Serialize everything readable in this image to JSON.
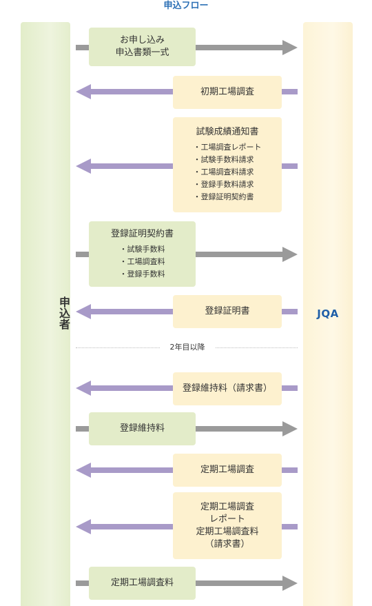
{
  "title": "申込フロー",
  "left_column": {
    "label": "申込者"
  },
  "right_column": {
    "label": "JQA"
  },
  "colors": {
    "right_arrow": "#9a9a9a",
    "left_arrow": "#a89ac8",
    "applicant_box": "#e3ecc9",
    "jqa_box": "#fdf1cf",
    "title": "#2b6fb5",
    "jqa": "#1f5fa8"
  },
  "steps": [
    {
      "direction": "to-jqa",
      "lines": [
        "お申し込み",
        "申込書類一式"
      ],
      "items": []
    },
    {
      "direction": "to-applicant",
      "lines": [
        "初期工場調査"
      ],
      "items": []
    },
    {
      "direction": "to-applicant",
      "lines": [
        "試験成績通知書"
      ],
      "items": [
        "・工場調査レポート",
        "・試験手数料請求",
        "・工場調査料請求",
        "・登録手数料請求",
        "・登録証明契約書"
      ]
    },
    {
      "direction": "to-jqa",
      "lines": [
        "登録証明契約書"
      ],
      "items": [
        "・試験手数料",
        "・工場調査料",
        "・登録手数料"
      ]
    },
    {
      "direction": "to-applicant",
      "lines": [
        "登録証明書"
      ],
      "items": []
    },
    {
      "direction": "to-applicant",
      "lines": [
        "登録維持料（請求書）"
      ],
      "items": []
    },
    {
      "direction": "to-jqa",
      "lines": [
        "登録維持料"
      ],
      "items": []
    },
    {
      "direction": "to-applicant",
      "lines": [
        "定期工場調査"
      ],
      "items": []
    },
    {
      "direction": "to-applicant",
      "lines": [
        "定期工場調査",
        "レポート",
        "定期工場調査料",
        "（請求書）"
      ],
      "items": []
    },
    {
      "direction": "to-jqa",
      "lines": [
        "定期工場調査料"
      ],
      "items": []
    }
  ],
  "divider": {
    "label": "2年目以降"
  }
}
